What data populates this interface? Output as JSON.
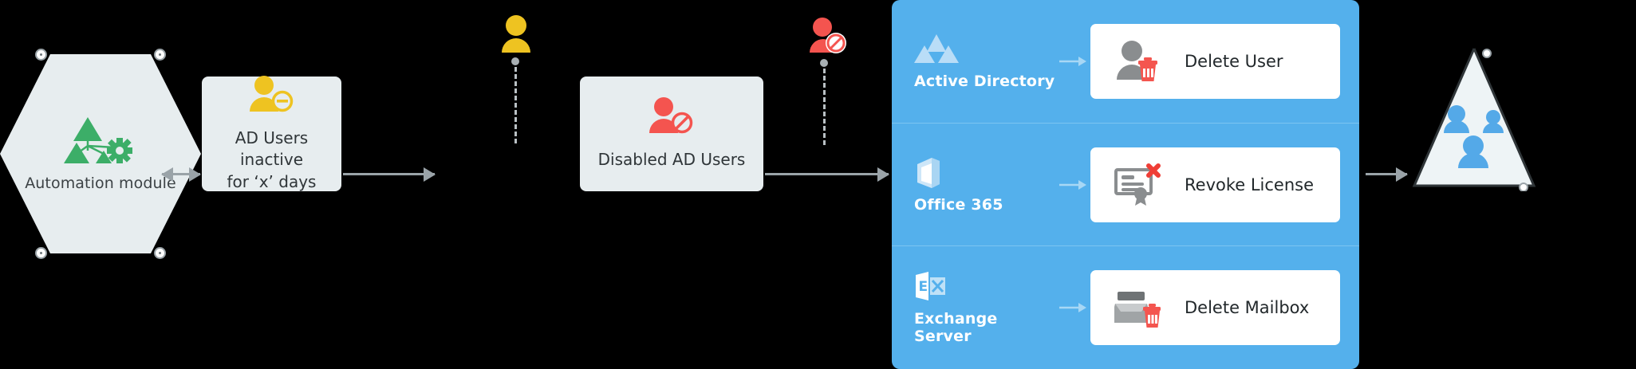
{
  "flow": {
    "start": {
      "shape": "hexagon",
      "label": "Automation module",
      "icon": "automation-module-icon",
      "icon_color": "#3cae68",
      "fill": "#e7edef"
    },
    "steps": [
      {
        "id": "ad-users-inactive",
        "label_line1": "AD Users inactive",
        "label_line2": "for ‘x’ days",
        "icon": "user-minus-icon",
        "icon_color": "#eec321"
      },
      {
        "id": "disabled-ad-users",
        "label_line1": "Disabled AD Users",
        "label_line2": "",
        "icon": "user-blocked-icon",
        "icon_color": "#f4544f"
      }
    ],
    "markers": [
      {
        "id": "marker-user-inactive",
        "icon": "user-icon",
        "color": "#eec321"
      },
      {
        "id": "marker-user-disabled",
        "icon": "user-blocked-icon",
        "color": "#f4544f"
      }
    ],
    "end": {
      "shape": "triangle",
      "icon": "users-group-icon",
      "icon_color": "#54a9e8",
      "fill": "#eef4f6"
    }
  },
  "panel": {
    "background": "#54b0ec",
    "rows": [
      {
        "service": "Active Directory",
        "service_icon": "active-directory-icon",
        "action": "Delete User",
        "action_icon": "user-delete-icon"
      },
      {
        "service": "Office 365",
        "service_icon": "office-365-icon",
        "action": "Revoke License",
        "action_icon": "certificate-revoke-icon"
      },
      {
        "service": "Exchange Server",
        "service_icon": "exchange-server-icon",
        "action": "Delete Mailbox",
        "action_icon": "mailbox-delete-icon"
      }
    ]
  },
  "colors": {
    "box_fill": "#e7edef",
    "arrow": "#9aa3a8",
    "panel_blue": "#54b0ec",
    "yellow": "#eec321",
    "red": "#f4544f",
    "green": "#3cae68",
    "text": "#2f3538"
  }
}
